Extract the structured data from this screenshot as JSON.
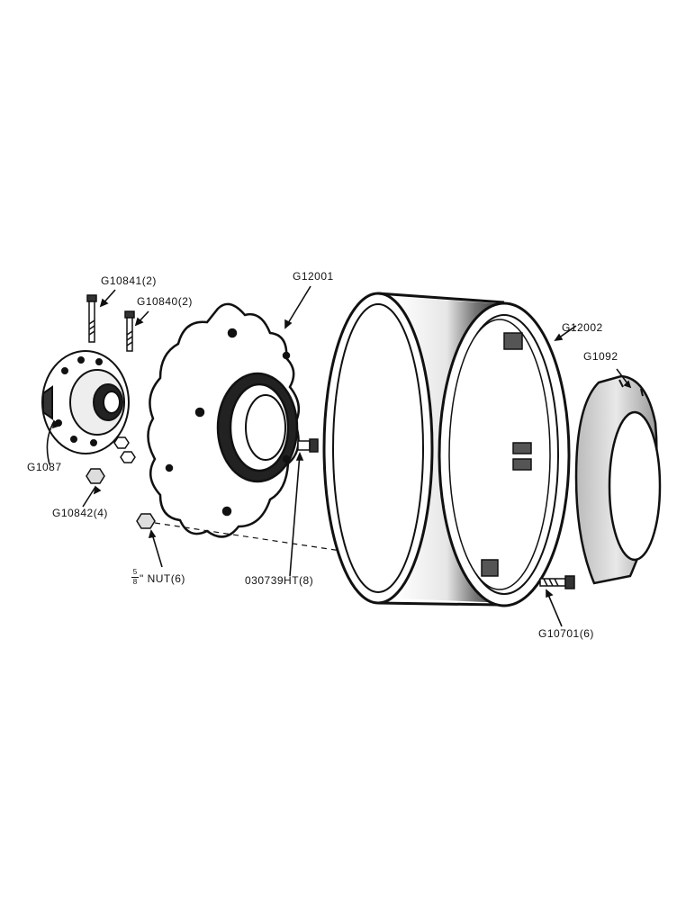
{
  "labels": {
    "g10841": "G10841(2)",
    "g10840": "G10840(2)",
    "g12001": "G12001",
    "g12002": "G12002",
    "g1092": "G1092",
    "g1087": "G1087",
    "g10842": "G10842(4)",
    "nut_fraction_num": "5",
    "nut_fraction_den": "8",
    "nut": "\" NUT(6)",
    "bolt_030739": "030739HT(8)",
    "g10701": "G10701(6)"
  },
  "colors": {
    "ink": "#111111",
    "paper": "#ffffff",
    "shade": "#9a9a9a"
  }
}
